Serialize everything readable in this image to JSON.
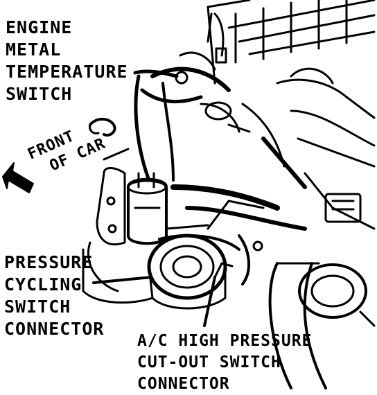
{
  "labels": {
    "engine_metal_temperature_switch": [
      "ENGINE",
      "METAL",
      "TEMPERATURE",
      "SWITCH"
    ],
    "front_of_car": [
      "FRONT",
      "OF CAR"
    ],
    "pressure_cycling_switch_connector": [
      "PRESSURE",
      "CYCLING",
      "SWITCH",
      "CONNECTOR"
    ],
    "ac_high_pressure_cutout_switch_connector": [
      "A/C HIGH PRESSURE",
      "CUT-OUT SWITCH",
      "CONNECTOR"
    ]
  },
  "colors": {
    "ink": "#000000",
    "paper": "#ffffff"
  }
}
